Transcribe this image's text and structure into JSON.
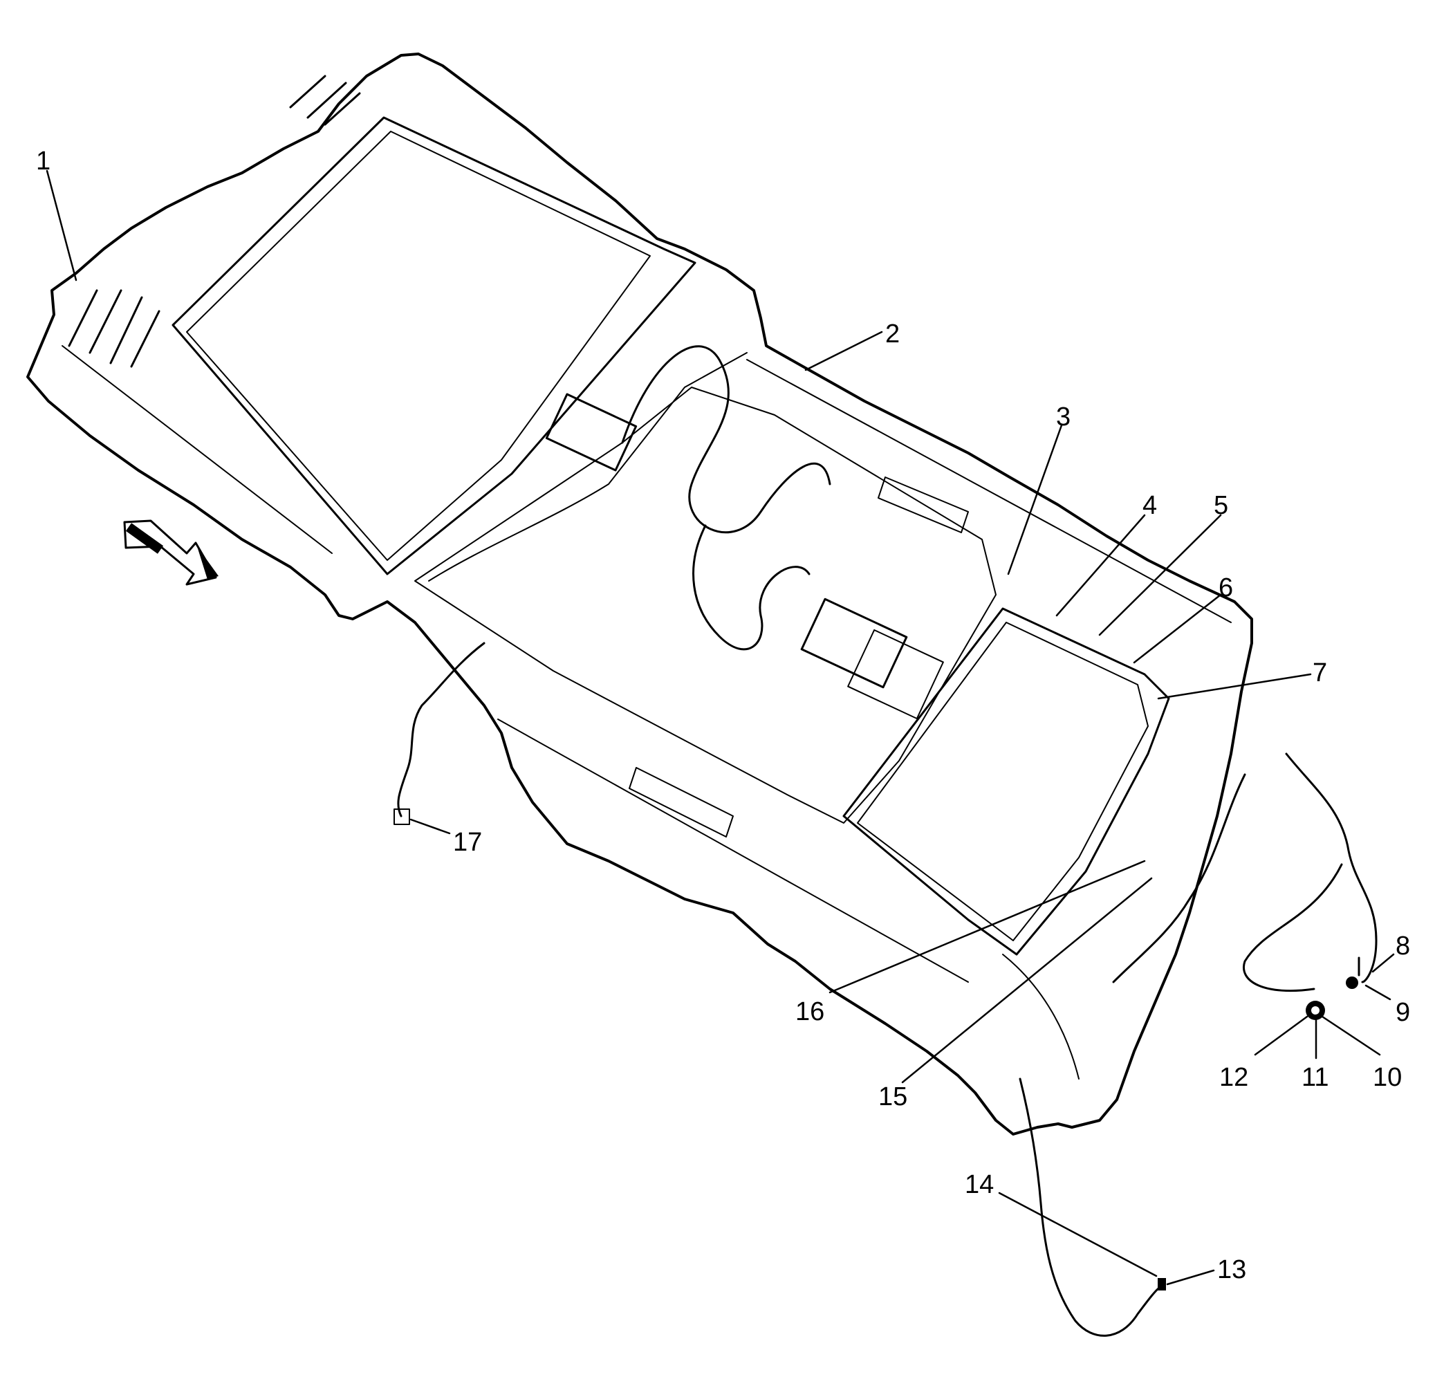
{
  "diagram": {
    "callouts": [
      {
        "id": "1",
        "label": "1"
      },
      {
        "id": "2",
        "label": "2"
      },
      {
        "id": "3",
        "label": "3"
      },
      {
        "id": "4",
        "label": "4"
      },
      {
        "id": "5",
        "label": "5"
      },
      {
        "id": "6",
        "label": "6"
      },
      {
        "id": "7",
        "label": "7"
      },
      {
        "id": "8",
        "label": "8"
      },
      {
        "id": "9",
        "label": "9"
      },
      {
        "id": "10",
        "label": "10"
      },
      {
        "id": "11",
        "label": "11"
      },
      {
        "id": "12",
        "label": "12"
      },
      {
        "id": "13",
        "label": "13"
      },
      {
        "id": "14",
        "label": "14"
      },
      {
        "id": "15",
        "label": "15"
      },
      {
        "id": "16",
        "label": "16"
      },
      {
        "id": "17",
        "label": "17"
      }
    ],
    "direction_icon": "forward-arrow-icon",
    "colors": {
      "line": "#000000",
      "background": "#ffffff",
      "panel": "#ffffff"
    }
  }
}
